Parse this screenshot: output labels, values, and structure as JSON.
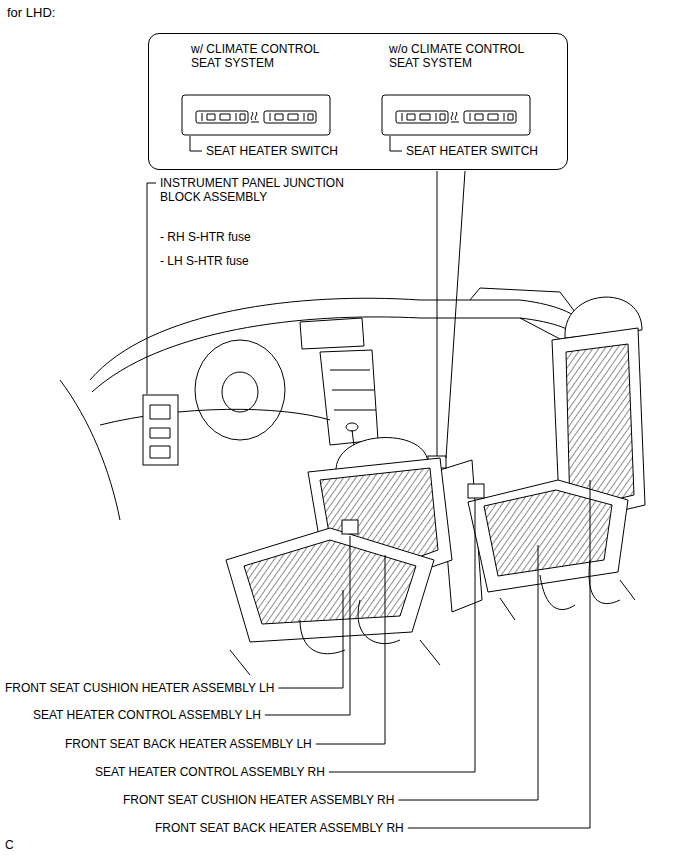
{
  "diagram": {
    "title": "for LHD:",
    "nodes": [
      {
        "text": [
          "w/ CLIMATE CONTROL SEAT SYSTEM",
          "SEAT HEATER SWITCH",
          "w/o CLIMATE CONTROL SEAT SYSTEM",
          "SEAT HEATER SWITCH"
        ]
      }
    ],
    "labels": [
      "INSTRUMENT PANEL JUNCTION BLOCK ASSEMBLY",
      "- RH S-HTR fuse",
      "- LH S-HTR fuse",
      "FRONT SEAT CUSHION HEATER ASSEMBLY LH",
      "SEAT HEATER CONTROL ASSEMBLY LH",
      "FRONT SEAT BACK HEATER ASSEMBLY LH",
      "SEAT HEATER CONTROL ASSEMBLY RH",
      "FRONT SEAT CUSHION HEATER ASSEMBLY RH",
      "FRONT SEAT BACK HEATER ASSEMBLY RH",
      "C"
    ]
  }
}
